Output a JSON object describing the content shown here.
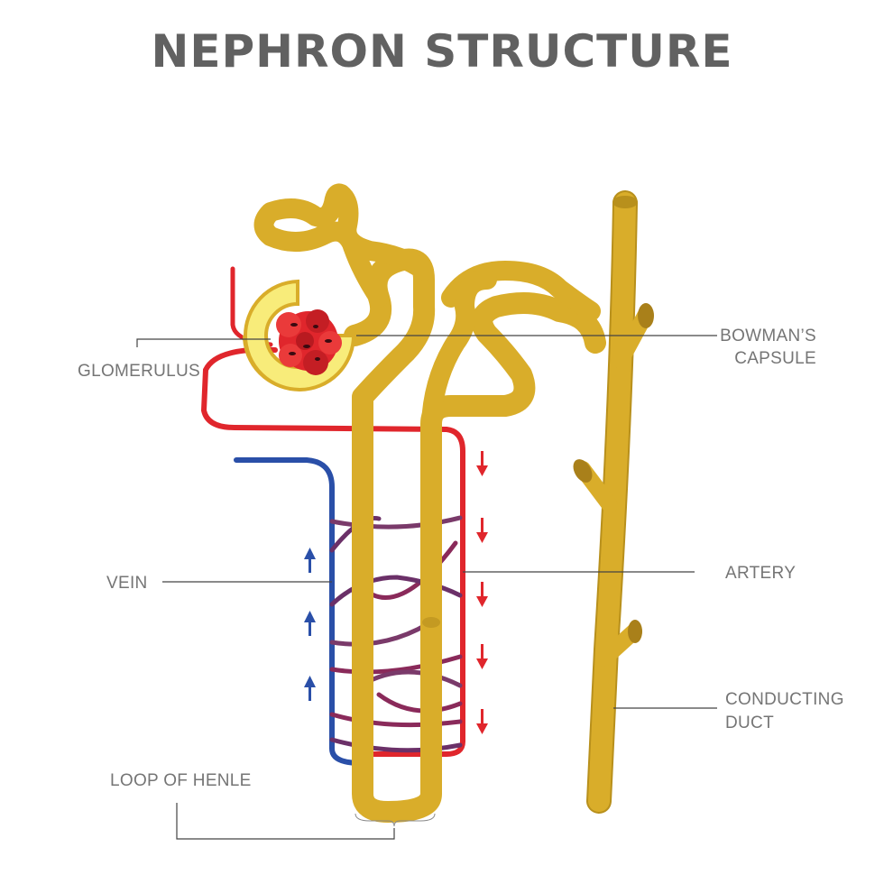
{
  "title": "NEPHRON  STRUCTURE",
  "labels": {
    "glomerulus": "GLOMERULUS",
    "bowmans_line1": "BOWMAN’S",
    "bowmans_line2": "CAPSULE",
    "vein": "VEIN",
    "artery": "ARTERY",
    "conducting_line1": "CONDUCTING",
    "conducting_line2": "DUCT",
    "loop_of_henle": "LOOP OF HENLE"
  },
  "colors": {
    "tubule": "#d9ad2a",
    "capsule": "#f8ec7a",
    "artery": "#e0262c",
    "vein": "#2a4fa8",
    "capillary": "#7a3a6a",
    "label": "#757575",
    "title": "#616161"
  }
}
